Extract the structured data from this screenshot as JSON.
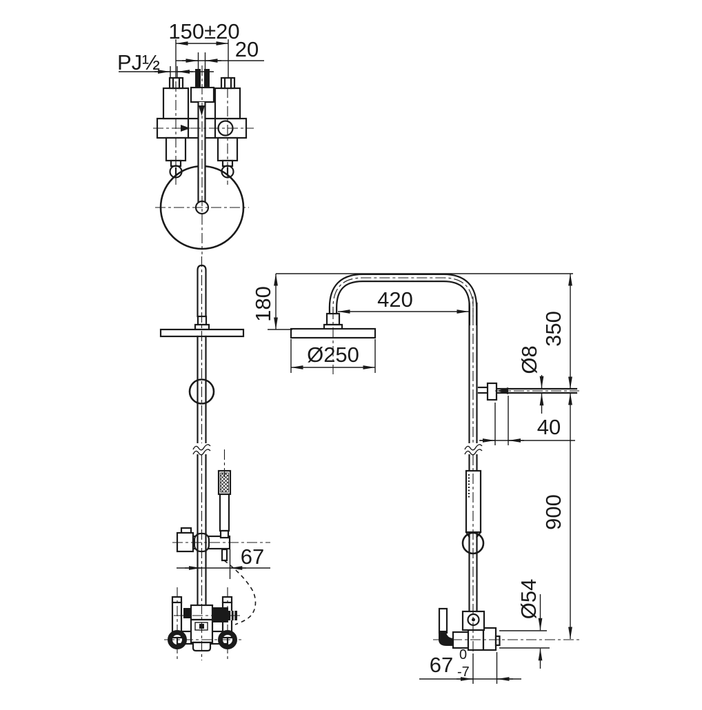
{
  "drawing": {
    "type": "technical-dimension-drawing",
    "subject": "wall-mounted shower column with overhead rain shower and hand shower",
    "colors": {
      "line": "#1a1a1a",
      "background": "#ffffff"
    },
    "dimensions": {
      "inlet_spread": "150±20",
      "inlet_offset": "20",
      "thread_size": "PJ½",
      "head_height": "180",
      "arm_reach": "420",
      "head_diameter": "Ø250",
      "slide_rod_diameter": "Ø8",
      "upper_section_height": "350",
      "slide_rod_length": "40",
      "lower_section_height": "900",
      "valve_body_diameter": "Ø54",
      "hand_shower_offset": "67",
      "wall_projection_value": "67",
      "wall_projection_tol_upper": "0",
      "wall_projection_tol_lower": "-7"
    }
  }
}
